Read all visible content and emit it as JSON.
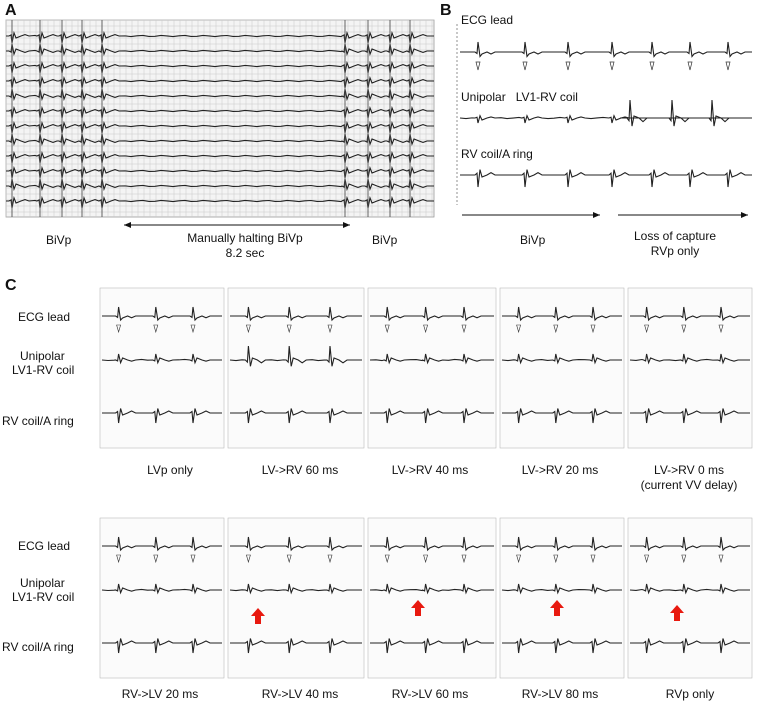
{
  "panelA": {
    "letter": "A",
    "labels": {
      "left": "BiVp",
      "middle": "Manually halting BiVp",
      "duration": "8.2 sec",
      "right": "BiVp"
    }
  },
  "panelB": {
    "letter": "B",
    "traces": [
      "ECG lead",
      "Unipolar   LV1-RV coil",
      "RV coil/A ring"
    ],
    "bottom": {
      "left": "BiVp",
      "right_line1": "Loss of capture",
      "right_line2": "RVp only"
    }
  },
  "panelC": {
    "letter": "C",
    "row_labels": [
      "ECG lead",
      "Unipolar",
      "LV1-RV coil",
      "RV coil/A ring"
    ],
    "row1_captions": [
      "LVp  only",
      "LV->RV 60 ms",
      "LV->RV 40 ms",
      "LV->RV 20 ms",
      "LV->RV 0 ms",
      "(current VV delay)"
    ],
    "row2_captions": [
      "RV->LV 20 ms",
      "RV->LV 40 ms",
      "RV->LV 60 ms",
      "RV->LV 80 ms",
      "RVp only"
    ]
  },
  "colors": {
    "arrow": "#e8190f",
    "trace": "#222222",
    "grid": "#c8c8c8"
  }
}
